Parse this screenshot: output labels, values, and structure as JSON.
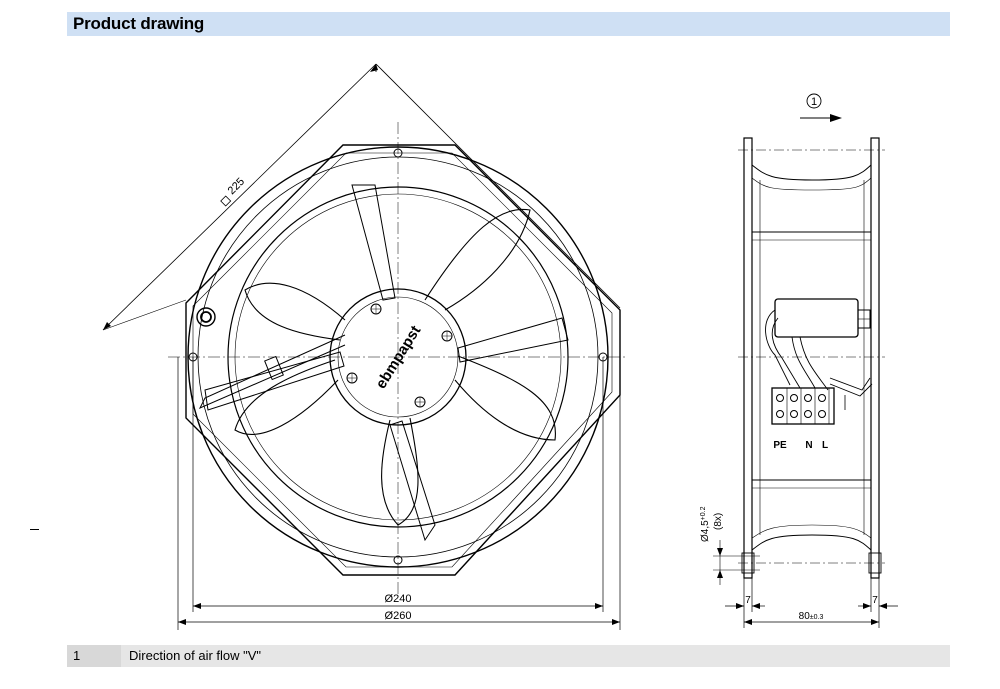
{
  "header": {
    "title": "Product drawing"
  },
  "front_view": {
    "dim_square": "225",
    "dim_inner": "Ø240",
    "dim_outer": "Ø260",
    "logo": "ebmpapst"
  },
  "side_view": {
    "airflow_marker": "1",
    "terminal_labels": [
      "PE",
      "N",
      "L"
    ],
    "dim_hole": "Ø4,5",
    "dim_hole_tol": "+0.2",
    "dim_hole_count": "(8x)",
    "dim_left": "7",
    "dim_right": "7",
    "dim_depth": "80",
    "dim_depth_tol": "±0.3"
  },
  "legend": [
    {
      "num": "1",
      "text": "Direction of air flow \"V\""
    }
  ]
}
